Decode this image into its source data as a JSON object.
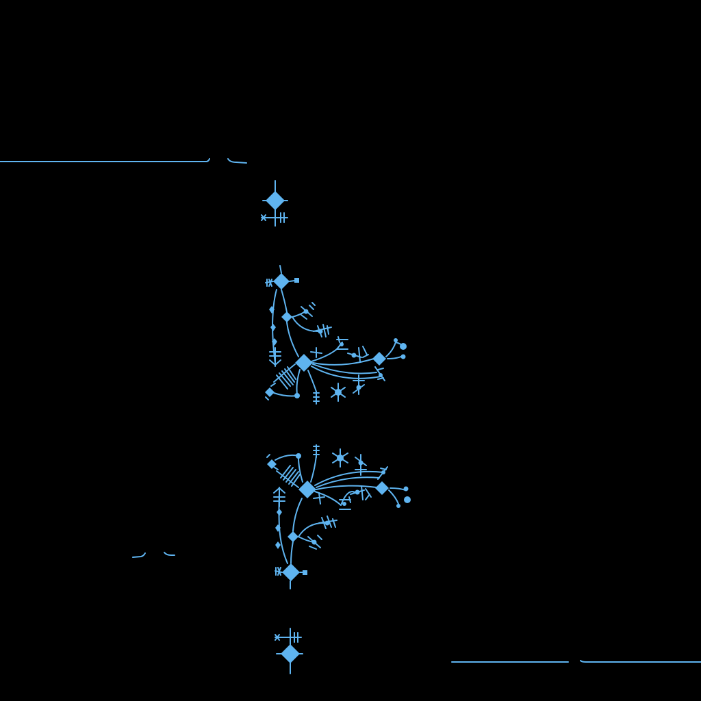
{
  "canvas": {
    "background": "#000000",
    "ink": "#5fb4f0"
  },
  "elements": {
    "top_line": "horizontal-line",
    "bottom_line": "horizontal-line",
    "top_cross": "diamond-cross-icon",
    "bottom_cross": "diamond-cross-icon",
    "top_tree": "branching-glyph-tree",
    "bottom_tree": "branching-glyph-tree-mirrored"
  }
}
